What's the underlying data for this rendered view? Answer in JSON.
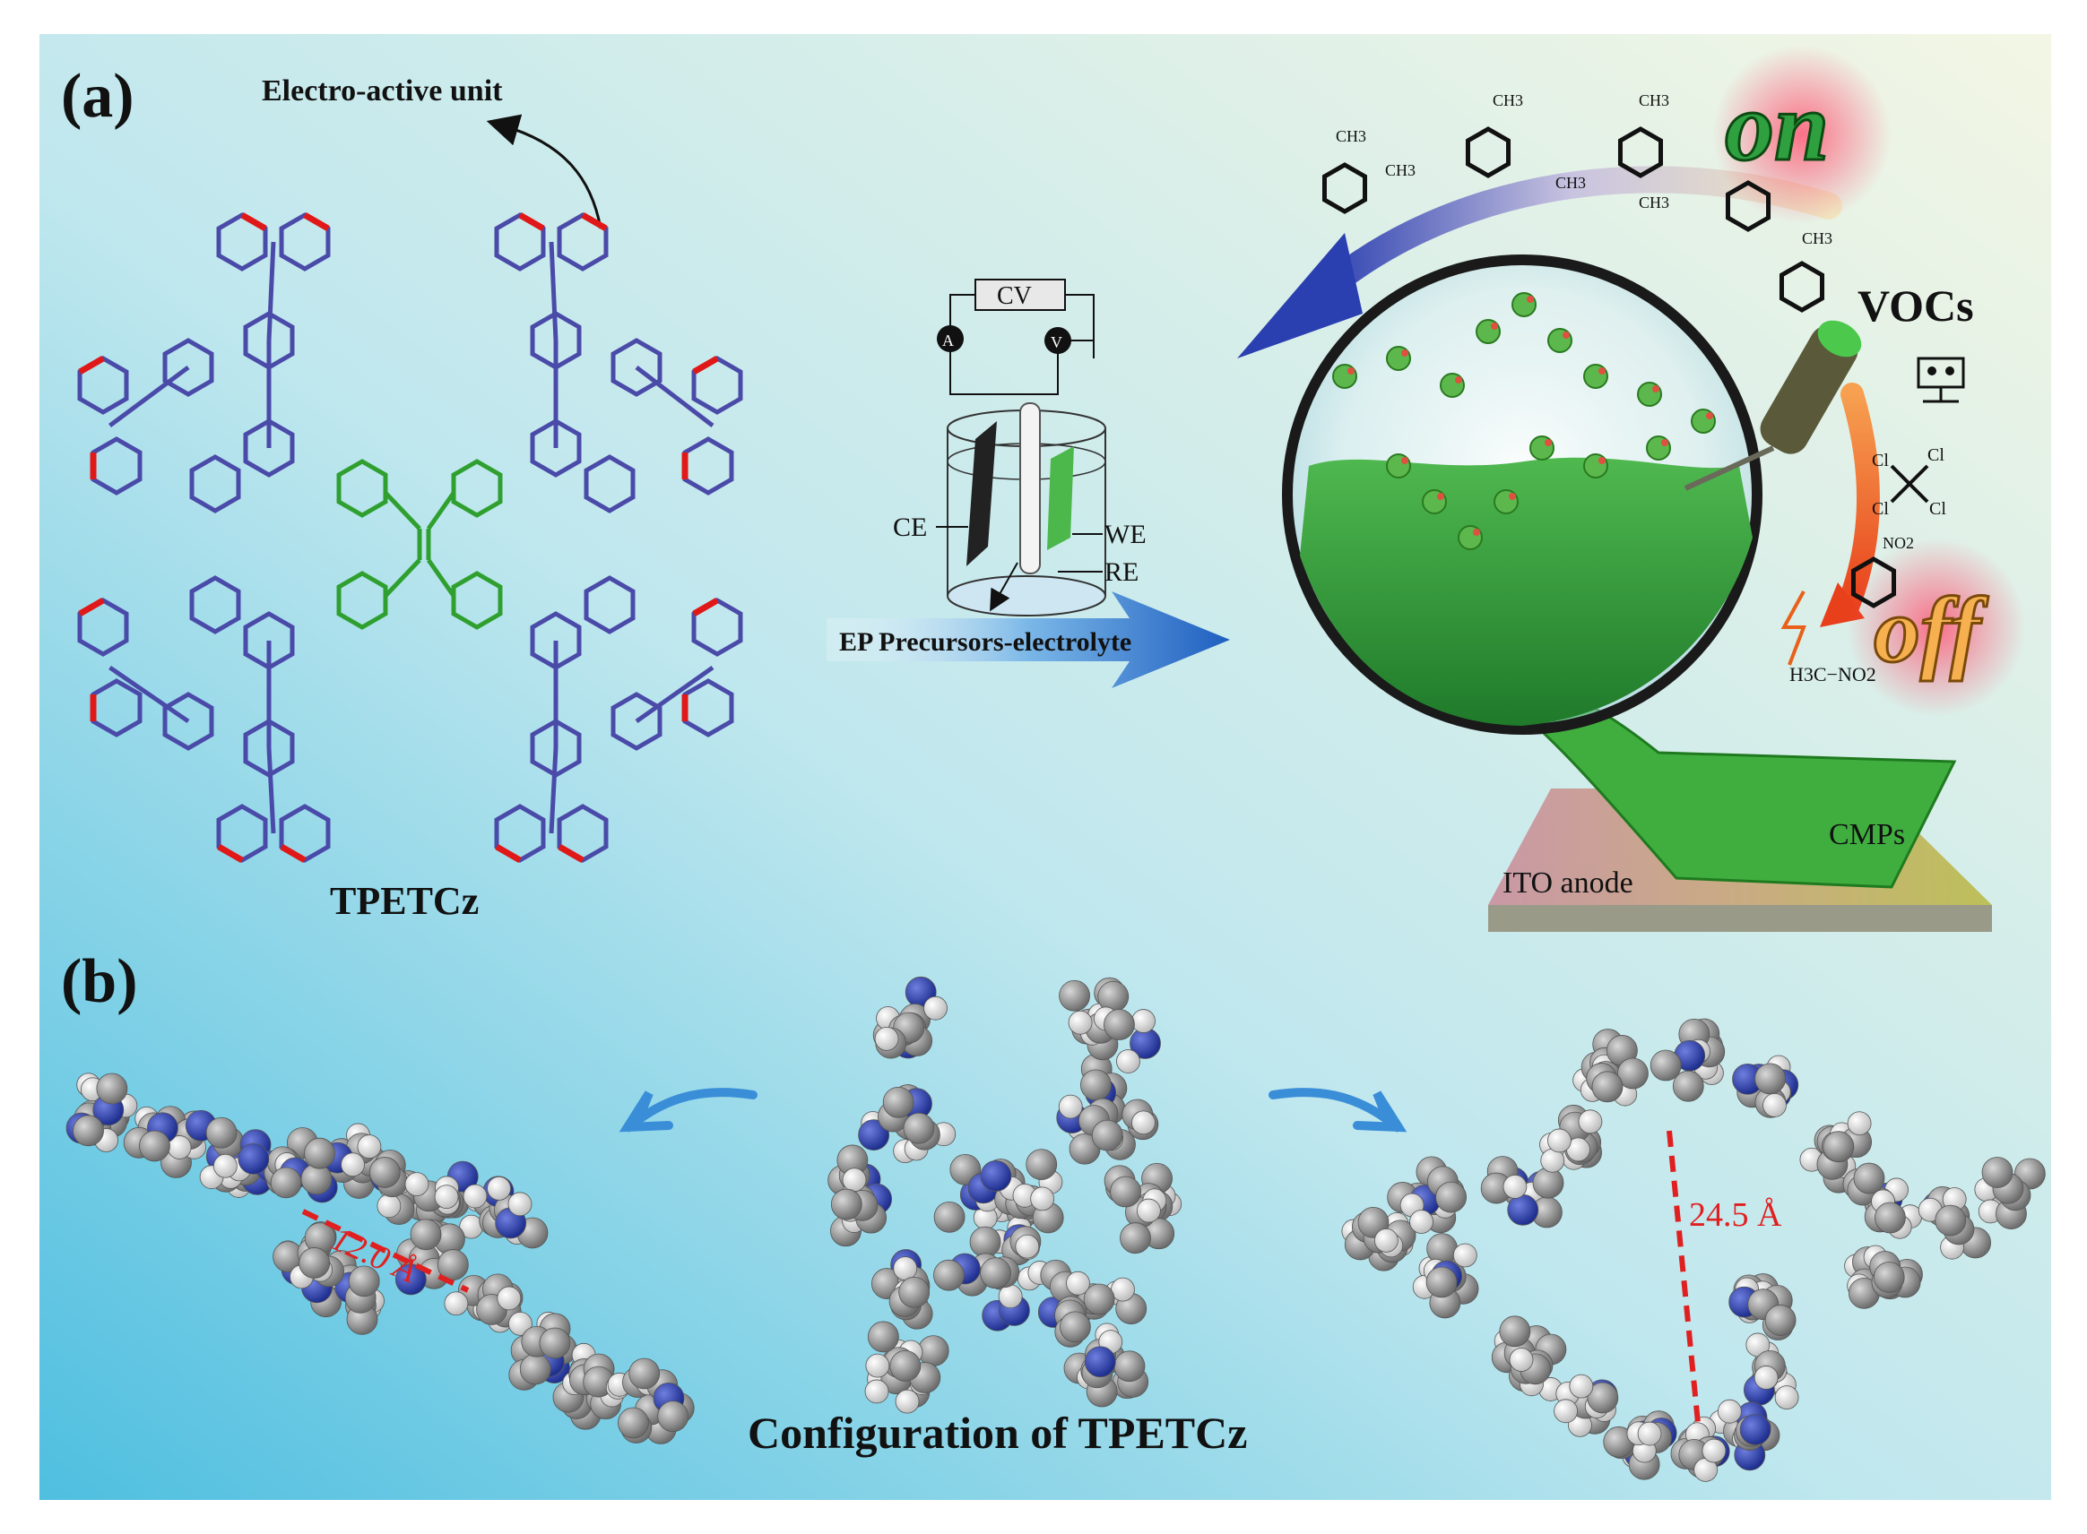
{
  "panel_a": {
    "label": "(a)",
    "annotation": "Electro-active unit",
    "molecule_name": "TPETCz",
    "cell": {
      "cv_label": "CV",
      "ammeter": "A",
      "voltmeter": "V",
      "ce_label": "CE",
      "we_label": "WE",
      "re_label": "RE",
      "arrow_label": "EP Precursors-electrolyte"
    },
    "sensor": {
      "on_label": "on",
      "off_label": "off",
      "vocs_label": "VOCs",
      "substrate_label": "ITO anode",
      "film_label": "CMPs",
      "methyl_label": "CH3",
      "ccl4_label": "Cl",
      "nitro_label": "NO2",
      "nitromethane_label": "H3C−NO2"
    }
  },
  "panel_b": {
    "label": "(b)",
    "left_distance": "12.0 Å",
    "right_distance": "24.5 Å",
    "caption": "Configuration of TPETCz"
  },
  "colors": {
    "carbazole": "#4a4aa8",
    "tpe_core": "#2fa02f",
    "active_site": "#e01818",
    "atom_carbon": "#8a8a8a",
    "atom_hydrogen": "#eeeeee",
    "atom_nitrogen": "#2f3fa8",
    "distance_line": "#e02020"
  }
}
